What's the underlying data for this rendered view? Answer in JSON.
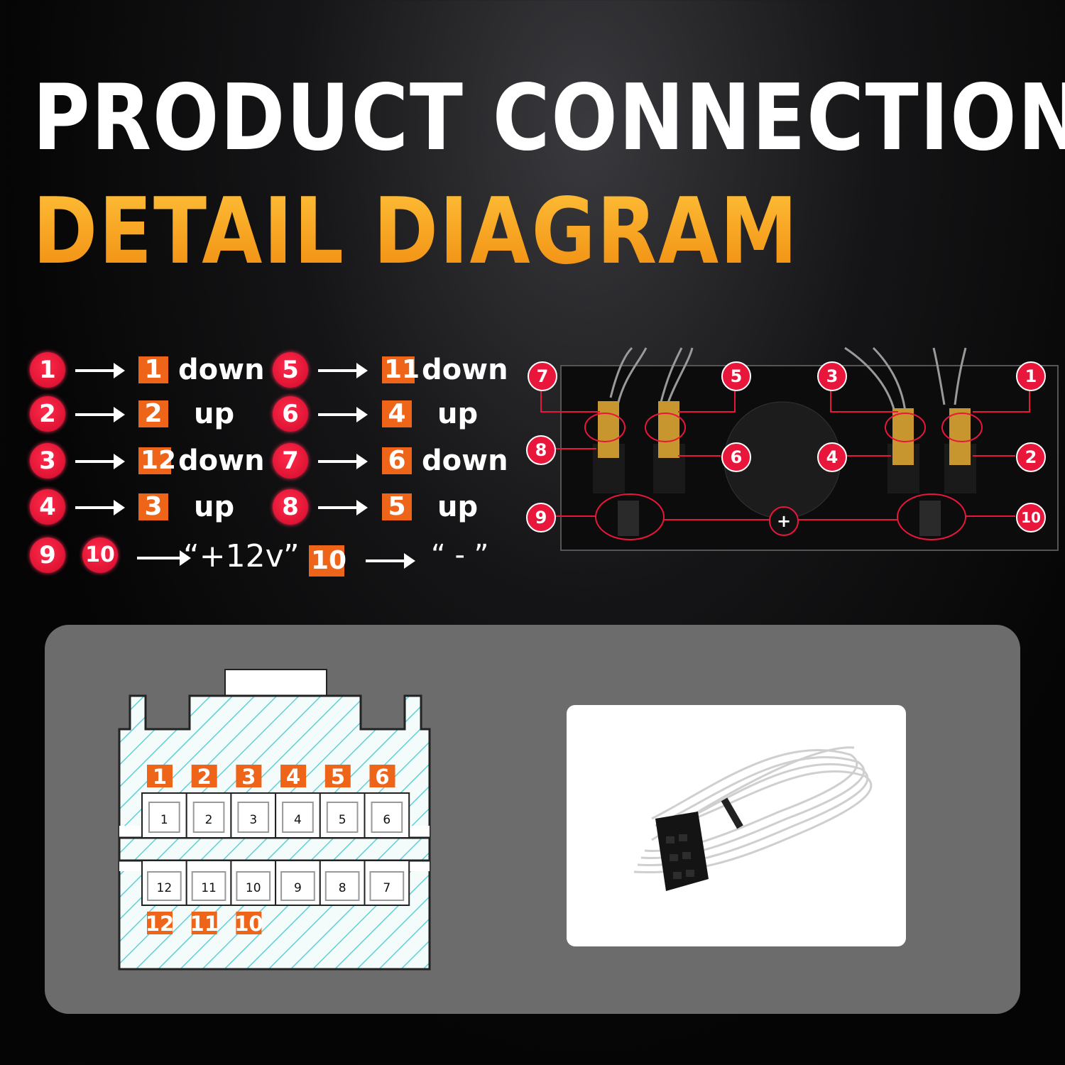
{
  "title": {
    "line1": "PRODUCT CONNECTION",
    "line2": "DETAIL DIAGRAM"
  },
  "colors": {
    "accent_orange": "#ee6418",
    "title_orange": "#f7a21b",
    "callout_red": "#e8163a",
    "hatch_cyan": "#5fd0d6",
    "panel_grey": "#6c6c6c"
  },
  "mappings": [
    {
      "switch": "1",
      "pin": "1",
      "dir": "down"
    },
    {
      "switch": "2",
      "pin": "2",
      "dir": "up"
    },
    {
      "switch": "3",
      "pin": "12",
      "dir": "down"
    },
    {
      "switch": "4",
      "pin": "3",
      "dir": "up"
    },
    {
      "switch": "5",
      "pin": "11",
      "dir": "down"
    },
    {
      "switch": "6",
      "pin": "4",
      "dir": "up"
    },
    {
      "switch": "7",
      "pin": "6",
      "dir": "down"
    },
    {
      "switch": "8",
      "pin": "5",
      "dir": "up"
    }
  ],
  "power": {
    "switch_a": "9",
    "switch_b": "10",
    "positive": "“+12v”",
    "ground_pin": "10",
    "negative": "“ - ”"
  },
  "panel_callouts": [
    "7",
    "5",
    "3",
    "1",
    "8",
    "6",
    "4",
    "2",
    "9",
    "10"
  ],
  "panel_plus": "+",
  "connector": {
    "top_labels": [
      "1",
      "2",
      "3",
      "4",
      "5",
      "6"
    ],
    "top_pins": [
      "1",
      "2",
      "3",
      "4",
      "5",
      "6"
    ],
    "bottom_pins": [
      "12",
      "11",
      "10",
      "9",
      "8",
      "7"
    ],
    "bottom_labels": [
      "12",
      "11",
      "10"
    ]
  }
}
